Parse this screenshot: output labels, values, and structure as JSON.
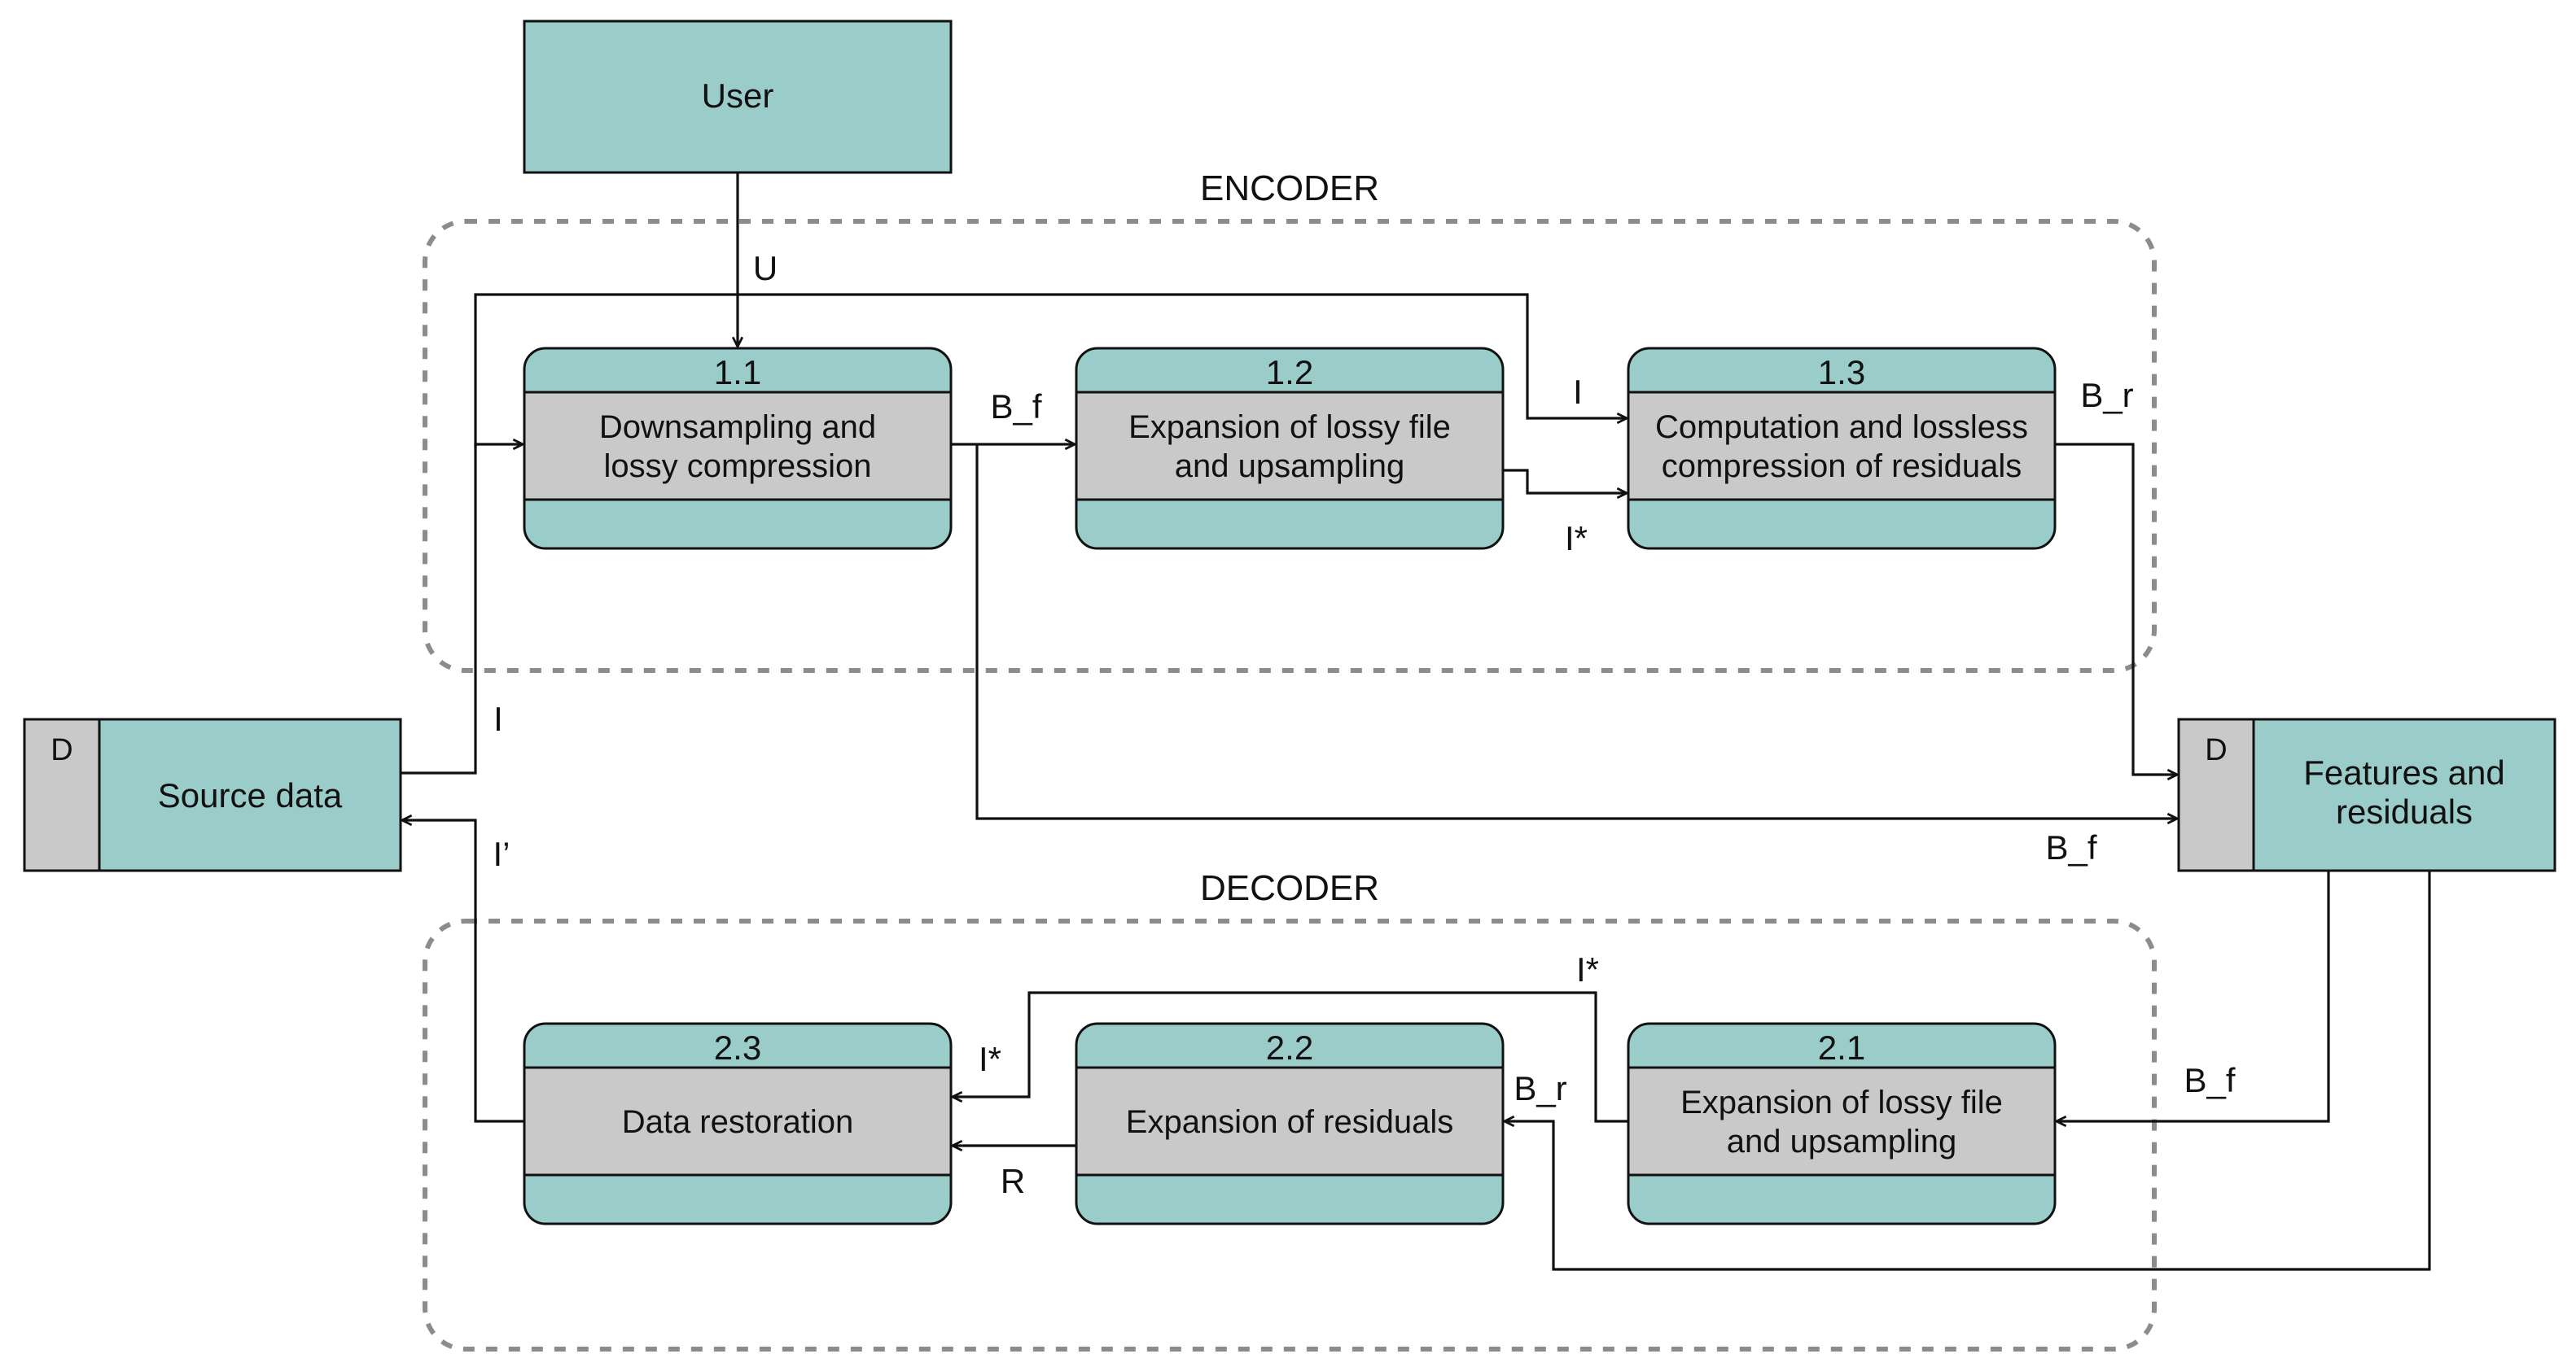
{
  "external": {
    "user": "User"
  },
  "stores": {
    "source": {
      "tag": "D",
      "label": "Source data"
    },
    "features": {
      "tag": "D",
      "label_lines": [
        "Features and",
        "residuals"
      ]
    }
  },
  "groups": {
    "encoder": "ENCODER",
    "decoder": "DECODER"
  },
  "processes": {
    "p11": {
      "num": "1.1",
      "lines": [
        "Downsampling and",
        "lossy compression"
      ]
    },
    "p12": {
      "num": "1.2",
      "lines": [
        "Expansion of lossy file",
        "and upsampling"
      ]
    },
    "p13": {
      "num": "1.3",
      "lines": [
        "Computation and lossless",
        "compression of residuals"
      ]
    },
    "p21": {
      "num": "2.1",
      "lines": [
        "Expansion of lossy file",
        "and upsampling"
      ]
    },
    "p22": {
      "num": "2.2",
      "lines": [
        "Expansion of residuals"
      ]
    },
    "p23": {
      "num": "2.3",
      "lines": [
        "Data restoration"
      ]
    }
  },
  "flows": {
    "u": "U",
    "i_source": "I",
    "i_prime": "I’",
    "bf_12": "B_f",
    "i_13": "I",
    "istar_enc": "I*",
    "br_enc": "B_r",
    "bf_store": "B_f",
    "bf_dec": "B_f",
    "istar_top": "I*",
    "br_dec": "B_r",
    "istar_23": "I*",
    "r": "R"
  },
  "colors": {
    "teal": "#9accc9",
    "gray": "#c9c9c9",
    "stroke": "#111111",
    "dash": "#8c8c8c"
  }
}
